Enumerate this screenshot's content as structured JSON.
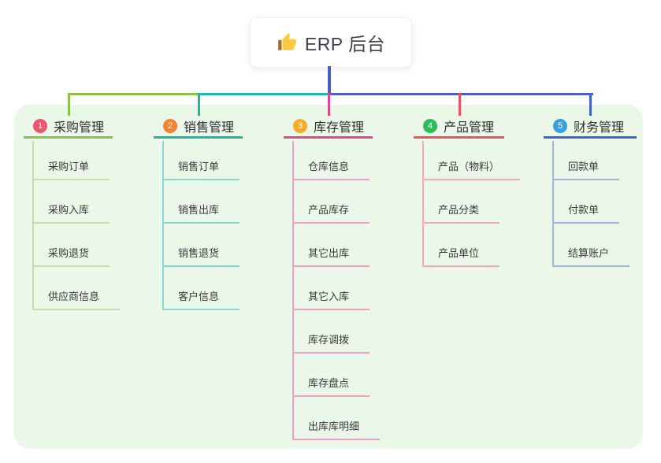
{
  "root": {
    "label": "ERP 后台",
    "icon": "thumbs-up-icon"
  },
  "connectors": {
    "trunk_color": "#4a5ec8"
  },
  "panel": {
    "background": "#eaf7e9"
  },
  "branches": [
    {
      "num": "1",
      "label": "采购管理",
      "color": "#8bc34a",
      "light_color": "#c3e0a2",
      "badge_color": "#f0556c",
      "children": [
        "采购订单",
        "采购入库",
        "采购退货",
        "供应商信息"
      ]
    },
    {
      "num": "2",
      "label": "销售管理",
      "color": "#17b8a6",
      "light_color": "#8ad9ce",
      "badge_color": "#f8822f",
      "children": [
        "销售订单",
        "销售出库",
        "销售退货",
        "客户信息"
      ]
    },
    {
      "num": "3",
      "label": "库存管理",
      "color": "#e2458e",
      "light_color": "#f3a0c6",
      "badge_color": "#f9ac21",
      "children": [
        "仓库信息",
        "产品库存",
        "其它出库",
        "其它入库",
        "库存调拨",
        "库存盘点",
        "出库库明细"
      ]
    },
    {
      "num": "4",
      "label": "产品管理",
      "color": "#f0505e",
      "light_color": "#f8a9a9",
      "badge_color": "#2bbd5a",
      "children": [
        "产品（物料）",
        "产品分类",
        "产品单位"
      ]
    },
    {
      "num": "5",
      "label": "财务管理",
      "color": "#3f64d7",
      "light_color": "#9db4e6",
      "badge_color": "#36a1de",
      "children": [
        "回款单",
        "付款单",
        "结算账户"
      ]
    }
  ]
}
